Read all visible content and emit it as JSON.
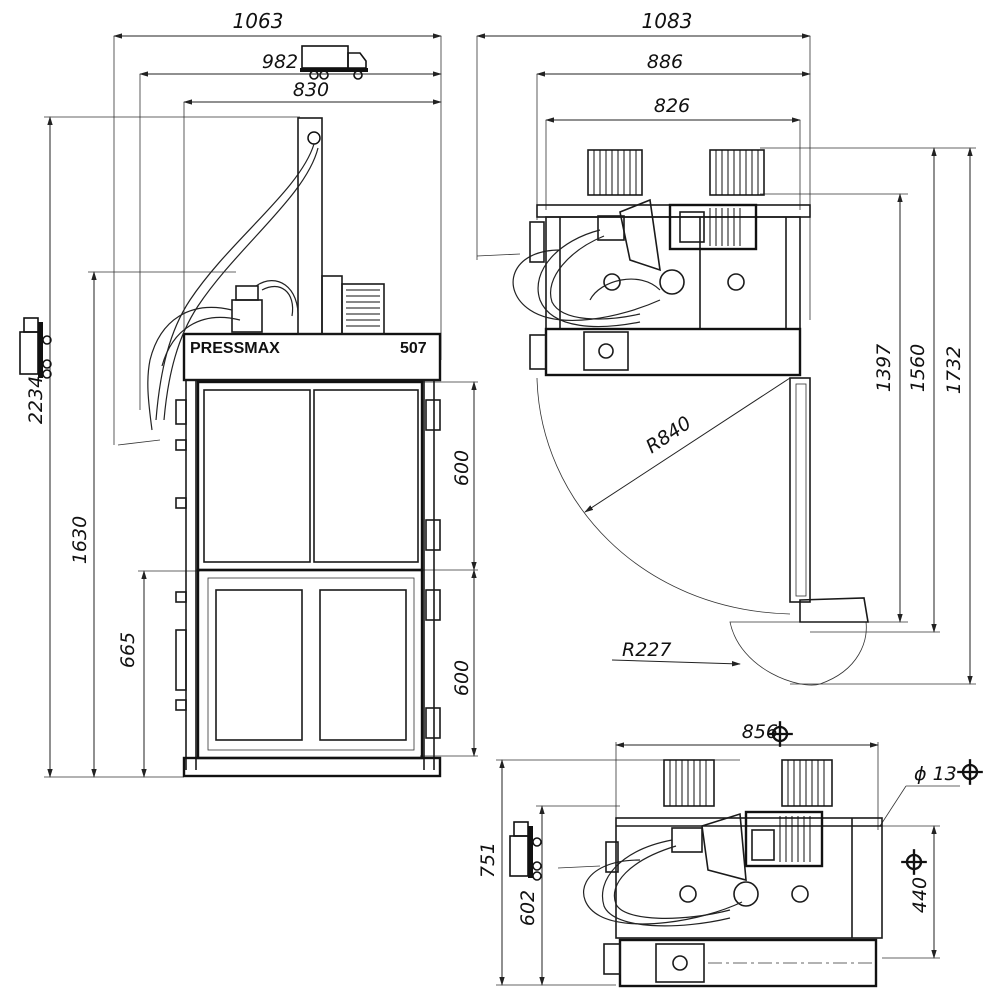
{
  "front_view": {
    "dims": {
      "overall_width": "1063",
      "transport_width": "982",
      "body_width": "830",
      "overall_height": "2234",
      "press_height": "1630",
      "lower_height": "665",
      "upper_door": "600",
      "lower_door": "600"
    },
    "nameplate": {
      "brand": "PRESSMAX",
      "model": "507"
    }
  },
  "side_view": {
    "dims": {
      "overall_width": "1083",
      "width_886": "886",
      "width_826": "826",
      "height_1397": "1397",
      "height_1560": "1560",
      "height_1732": "1732",
      "door_radius": "R840",
      "flap_radius": "R227"
    }
  },
  "top_view": {
    "dims": {
      "width": "856",
      "depth": "751",
      "depth_602": "602",
      "hole_spacing": "440",
      "hole_diameter": "ϕ 13"
    }
  },
  "icons": [
    "truck-icon",
    "forklift-icon",
    "anchor-crosshair-icon"
  ]
}
